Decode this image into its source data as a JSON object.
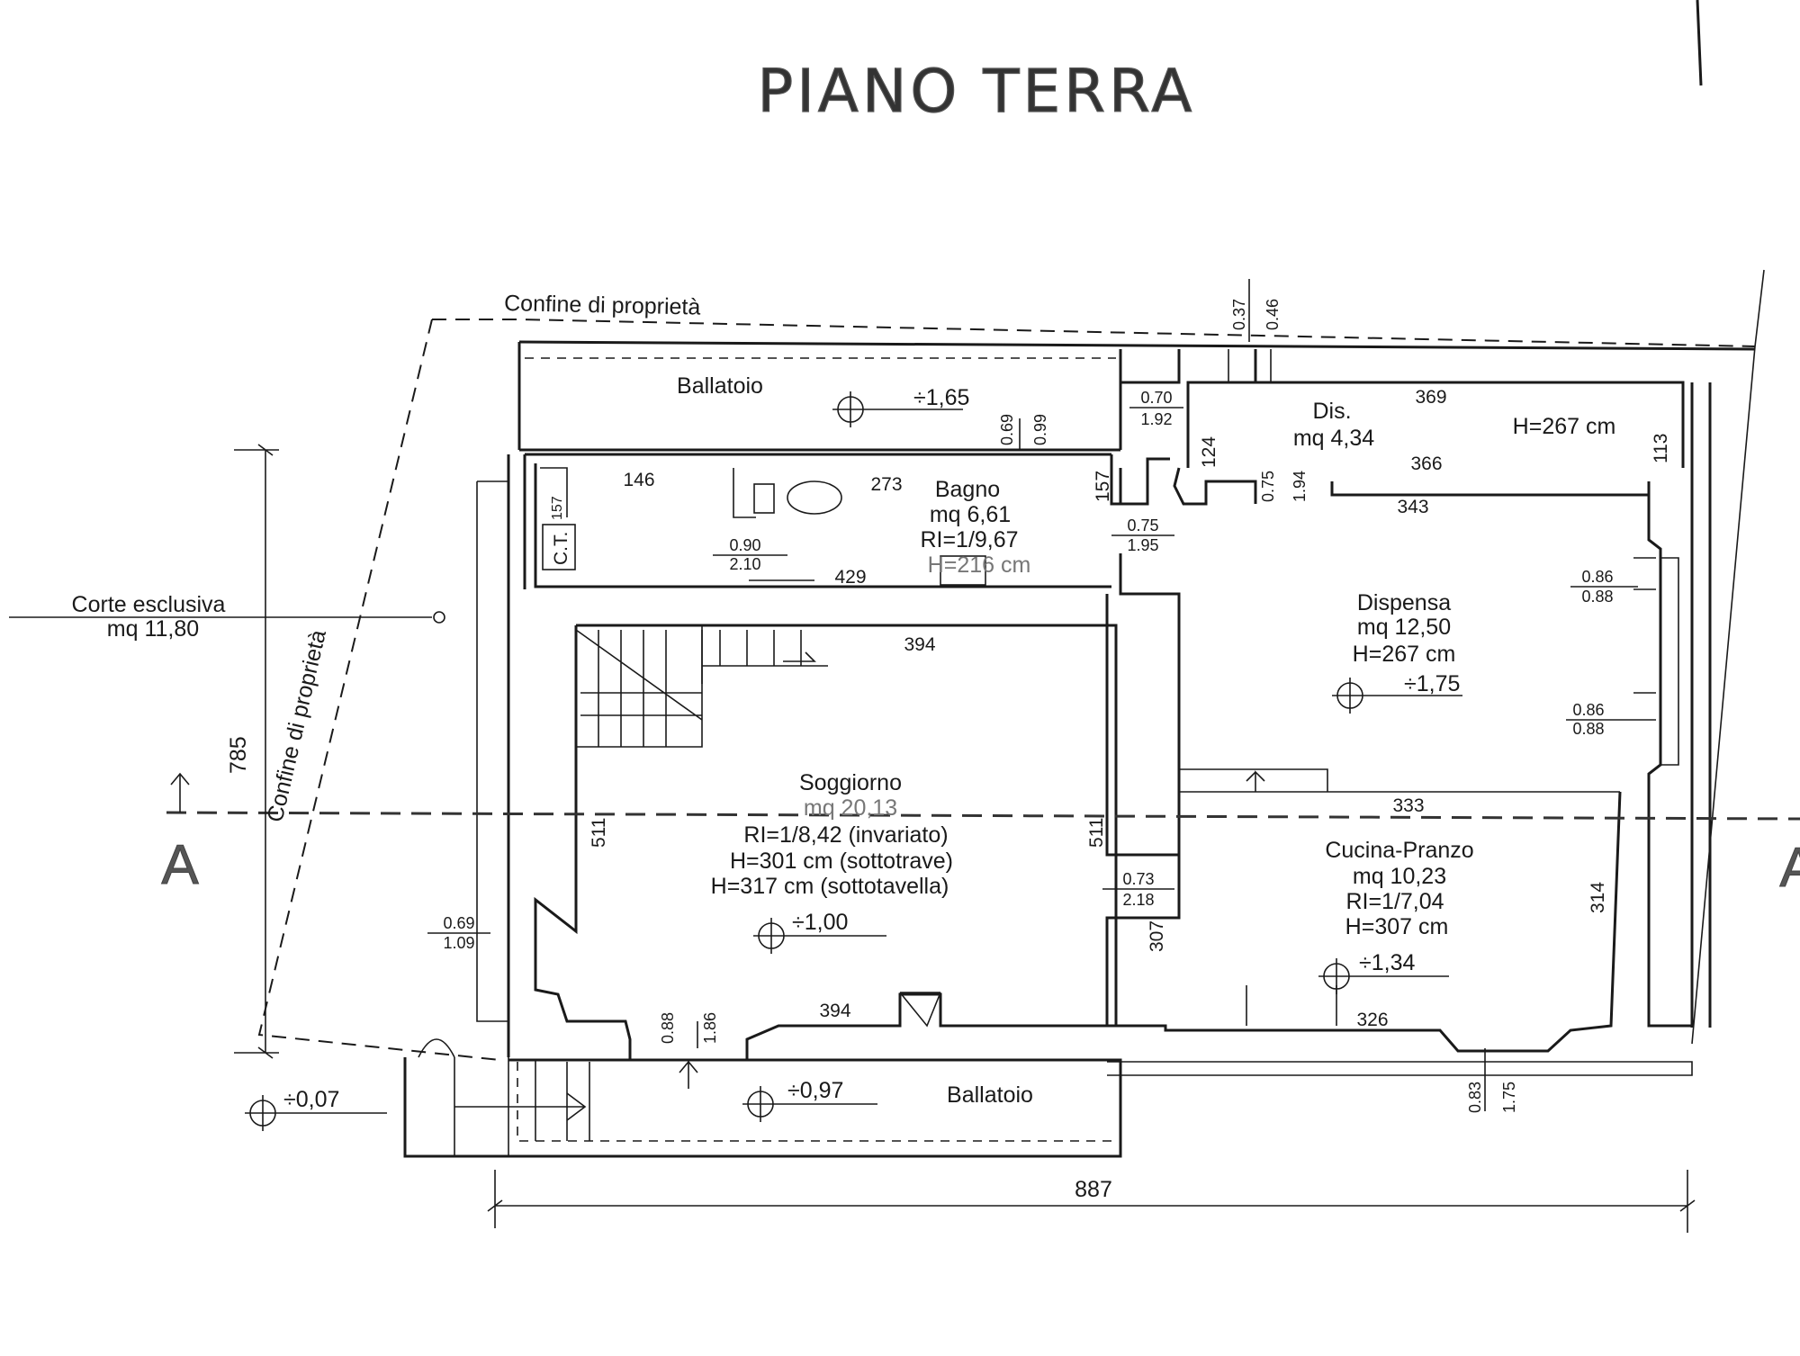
{
  "title": "PIANO TERRA",
  "section_label": "A",
  "rooms": {
    "ballatoio_top": {
      "name": "Ballatoio",
      "level": "÷1,65"
    },
    "dis": {
      "name": "Dis.",
      "area": "mq 4,34",
      "height": "H=267 cm"
    },
    "bagno": {
      "name": "Bagno",
      "area": "mq 6,61",
      "ri": "RI=1/9,67",
      "height": "H=216 cm",
      "ct": "C.T."
    },
    "dispensa": {
      "name": "Dispensa",
      "area": "mq 12,50",
      "height": "H=267 cm",
      "level": "÷1,75"
    },
    "soggiorno": {
      "name": "Soggiorno",
      "area": "mq 20,13",
      "ri": "RI=1/8,42 (invariato)",
      "height1": "H=301 cm (sottotrave)",
      "height2": "H=317 cm (sottotavella)",
      "level": "÷1,00"
    },
    "cucina": {
      "name": "Cucina-Pranzo",
      "area": "mq 10,23",
      "ri": "RI=1/7,04",
      "height": "H=307 cm",
      "level": "÷1,34"
    },
    "ballatoio_bottom": {
      "name": "Ballatoio",
      "level": "÷0,97"
    },
    "corte": {
      "name": "Corte esclusiva",
      "area": "mq 11,80"
    }
  },
  "labels": {
    "confine_top": "Confine di proprietà",
    "confine_left": "Confine di proprietà",
    "level_outside": "÷0,07"
  },
  "dimensions": {
    "d369": "369",
    "d366": "366",
    "d343": "343",
    "d146": "146",
    "d273": "273",
    "d429": "429",
    "d157a": "157",
    "d157b": "157",
    "d124": "124",
    "d113": "113",
    "d394a": "394",
    "d394b": "394",
    "d511a": "511",
    "d511b": "511",
    "d333": "333",
    "d314": "314",
    "d307": "307",
    "d326": "326",
    "d785": "785",
    "d887": "887",
    "w037": "0.37",
    "w046": "0.46",
    "w070": "0.70",
    "w192": "1.92",
    "w069": "0.69",
    "w099": "0.99",
    "w075a": "0.75",
    "w194": "1.94",
    "w090": "0.90",
    "w210": "2.10",
    "w075b": "0.75",
    "w195": "1.95",
    "w086a": "0.86",
    "w088a": "0.88",
    "w086b": "0.86",
    "w088b": "0.88",
    "w073": "0.73",
    "w218": "2.18",
    "w069b": "0.69",
    "w109": "1.09",
    "w088c": "0.88",
    "w186": "1.86",
    "w083": "0.83",
    "w175": "1.75"
  }
}
